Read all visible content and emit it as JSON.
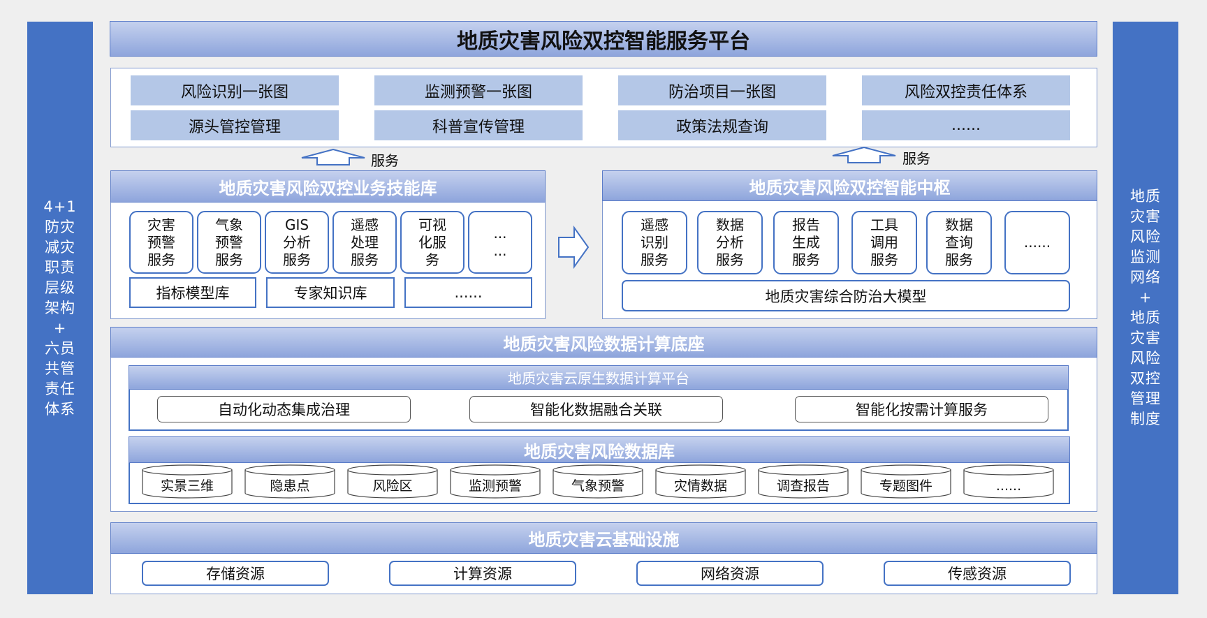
{
  "left_sidebar": "4+1\n防灾\n减灾\n职责\n层级\n架构\n+\n六员\n共管\n责任\n体系",
  "right_sidebar": "地质\n灾害\n风险\n监测\n网络\n+\n地质\n灾害\n风险\n双控\n管理\n制度",
  "platform_title": "地质灾害风险双控智能服务平台",
  "top_items": [
    "风险识别一张图",
    "监测预警一张图",
    "防治项目一张图",
    "风险双控责任体系",
    "源头管控管理",
    "科普宣传管理",
    "政策法规查询",
    "......"
  ],
  "service_label_left": "服务",
  "service_label_right": "服务",
  "skill_lib": {
    "title": "地质灾害风险双控业务技能库",
    "services": [
      "灾害\n预警\n服务",
      "气象\n预警\n服务",
      "GIS\n分析\n服务",
      "遥感\n处理\n服务",
      "可视\n化服\n务",
      "...\n..."
    ],
    "bottom": [
      "指标模型库",
      "专家知识库",
      "......"
    ]
  },
  "hub": {
    "title": "地质灾害风险双控智能中枢",
    "services": [
      "遥感\n识别\n服务",
      "数据\n分析\n服务",
      "报告\n生成\n服务",
      "工具\n调用\n服务",
      "数据\n查询\n服务",
      "......"
    ],
    "model": "地质灾害综合防治大模型"
  },
  "compute_base": {
    "title": "地质灾害风险数据计算底座",
    "cloud_title": "地质灾害云原生数据计算平台",
    "cloud_items": [
      "自动化动态集成治理",
      "智能化数据融合关联",
      "智能化按需计算服务"
    ],
    "db_title": "地质灾害风险数据库",
    "db_items": [
      "实景三维",
      "隐患点",
      "风险区",
      "监测预警",
      "气象预警",
      "灾情数据",
      "调查报告",
      "专题图件",
      "......"
    ]
  },
  "infra": {
    "title": "地质灾害云基础设施",
    "items": [
      "存储资源",
      "计算资源",
      "网络资源",
      "传感资源"
    ]
  },
  "colors": {
    "sidebar": "#4472c4",
    "header_light": "#c5d1ee",
    "header_dark": "#8ea5dc",
    "tile": "#b4c7e7",
    "border": "#4472c4"
  }
}
